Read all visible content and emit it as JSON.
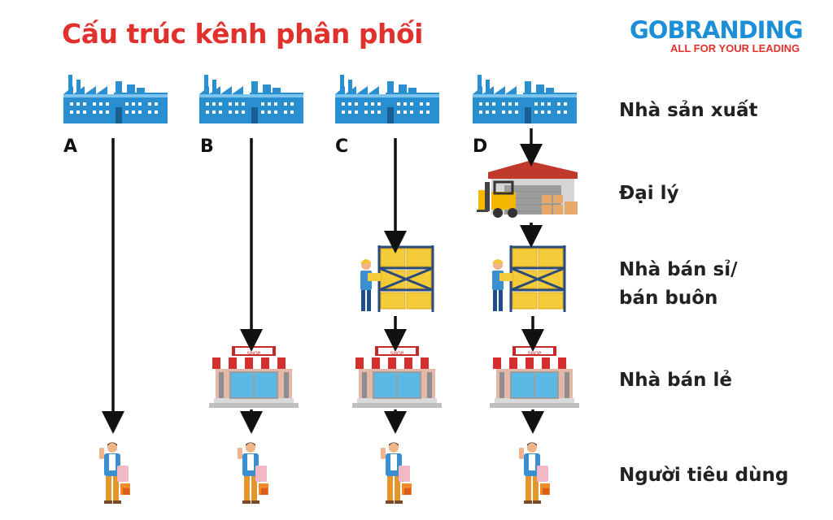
{
  "title": "Cấu trúc kênh phân phối",
  "logo": {
    "main": "GOBRANDING",
    "tagline": "ALL FOR YOUR LEADING"
  },
  "columns": [
    "A",
    "B",
    "C",
    "D"
  ],
  "rows": {
    "producer": "Nhà sản xuất",
    "agent": "Đại lý",
    "wholesaler_line1": "Nhà bán sỉ/",
    "wholesaler_line2": "bán buôn",
    "retailer": "Nhà bán lẻ",
    "consumer": "Người tiêu dùng"
  },
  "icons": {
    "producer": "factory-icon",
    "agent": "warehouse-icon",
    "wholesaler": "wholesale-shelf-icon",
    "retailer": "shop-icon",
    "consumer": "shopper-icon"
  },
  "shop_sign": "SHOP",
  "colors": {
    "title": "#e2312c",
    "factory": "#2a8fd0",
    "logo_blue": "#1d8fd8",
    "logo_red": "#e2312c"
  }
}
